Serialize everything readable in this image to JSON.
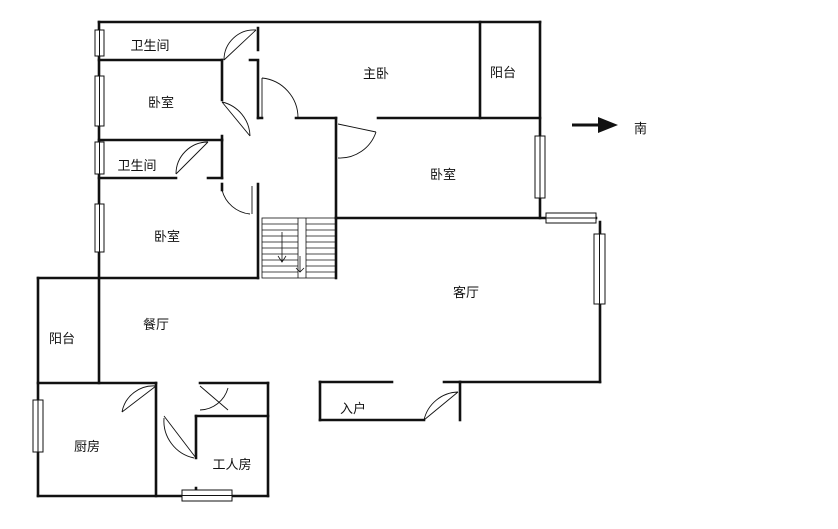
{
  "rooms": {
    "bath_top": "卫生间",
    "master_bedroom": "主卧",
    "balcony_top": "阳台",
    "bedroom_upper_left": "卧室",
    "bath_mid": "卫生间",
    "bedroom_right": "卧室",
    "bedroom_lower_left": "卧室",
    "living_room": "客厅",
    "dining_room": "餐厅",
    "balcony_left": "阳台",
    "entrance": "入户",
    "kitchen": "厨房",
    "servant_room": "工人房"
  },
  "compass": {
    "direction_label": "南",
    "arrow_icon": "arrow-right-icon"
  },
  "colors": {
    "line": "#111111",
    "background": "#ffffff"
  }
}
